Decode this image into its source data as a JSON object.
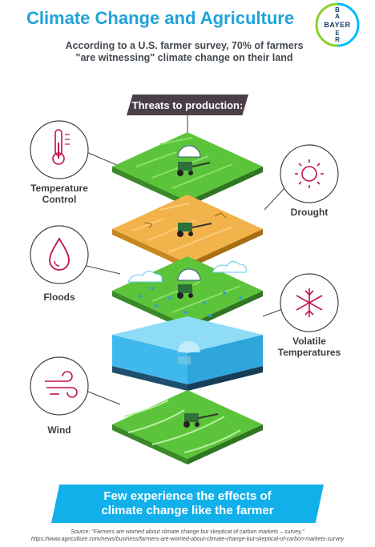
{
  "header": {
    "title": "Climate Change and Agriculture",
    "subtitle_line1": "According to a U.S. farmer survey, 70% of farmers",
    "subtitle_line2": "\"are witnessing\" climate change on their land"
  },
  "logo": {
    "text_vertical": "BAYER",
    "text_horizontal": "BAYER"
  },
  "threats": {
    "heading": "Threats to production:",
    "items": [
      {
        "line1": "Temperature",
        "line2": "Control",
        "icon": "thermometer-icon"
      },
      {
        "line1": "Drought",
        "line2": "",
        "icon": "sun-icon"
      },
      {
        "line1": "Floods",
        "line2": "",
        "icon": "water-drop-icon"
      },
      {
        "line1": "Volatile",
        "line2": "Temperatures",
        "icon": "snowflake-icon"
      },
      {
        "line1": "Wind",
        "line2": "",
        "icon": "wind-icon"
      }
    ]
  },
  "banner": {
    "line1": "Few experience the effects of",
    "line2": "climate change like the farmer"
  },
  "source": {
    "line1": "Source: \"Farmers are worried about climate change but skeptical of carbon markets – survey,\"",
    "line2": "https://www.agriculture.com/news/business/farmers-are-worried-about-climate-change-but-skeptical-of-carbon-markets-survey"
  },
  "colors": {
    "title": "#1fa3d9",
    "logo_green": "#89d329",
    "logo_blue": "#00bcff",
    "field_green": "#5cc43a",
    "drought": "#f2b34a",
    "water": "#5ec8f2",
    "icon_accent": "#c1124b",
    "banner": "#12b0ea"
  }
}
